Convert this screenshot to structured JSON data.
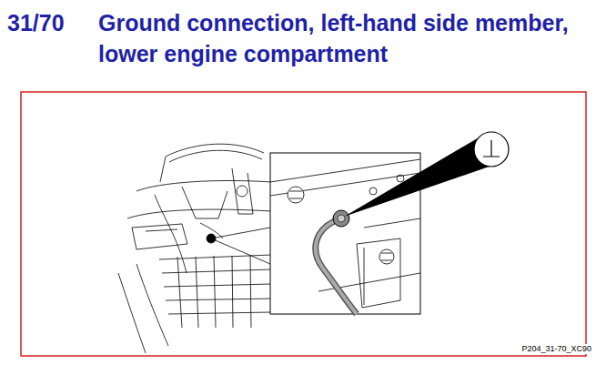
{
  "diagram": {
    "title": "Ground connection, left-hand side member, lower engine compartment",
    "labels": [
      "31/70",
      "P204_31-70_XC90"
    ]
  }
}
